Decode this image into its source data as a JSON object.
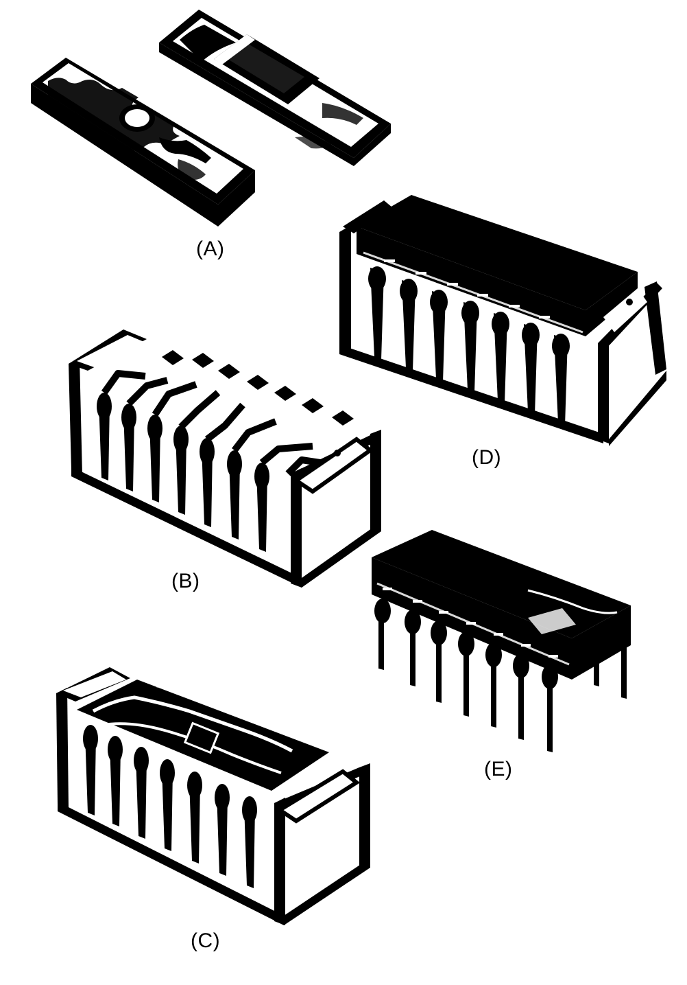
{
  "labels": {
    "a": "(A)",
    "b": "(B)",
    "c": "(C)",
    "d": "(D)",
    "e": "(E)"
  },
  "colors": {
    "ink": "#000000",
    "paper": "#ffffff",
    "highlight": "#d9d9d9"
  },
  "figures": [
    {
      "id": "a",
      "subject": "two ceramic package halves"
    },
    {
      "id": "b",
      "subject": "lead frame with bonded leads"
    },
    {
      "id": "c",
      "subject": "lead frame with mounted die"
    },
    {
      "id": "d",
      "subject": "encapsulated package on lead frame"
    },
    {
      "id": "e",
      "subject": "finished dual in-line package"
    }
  ]
}
